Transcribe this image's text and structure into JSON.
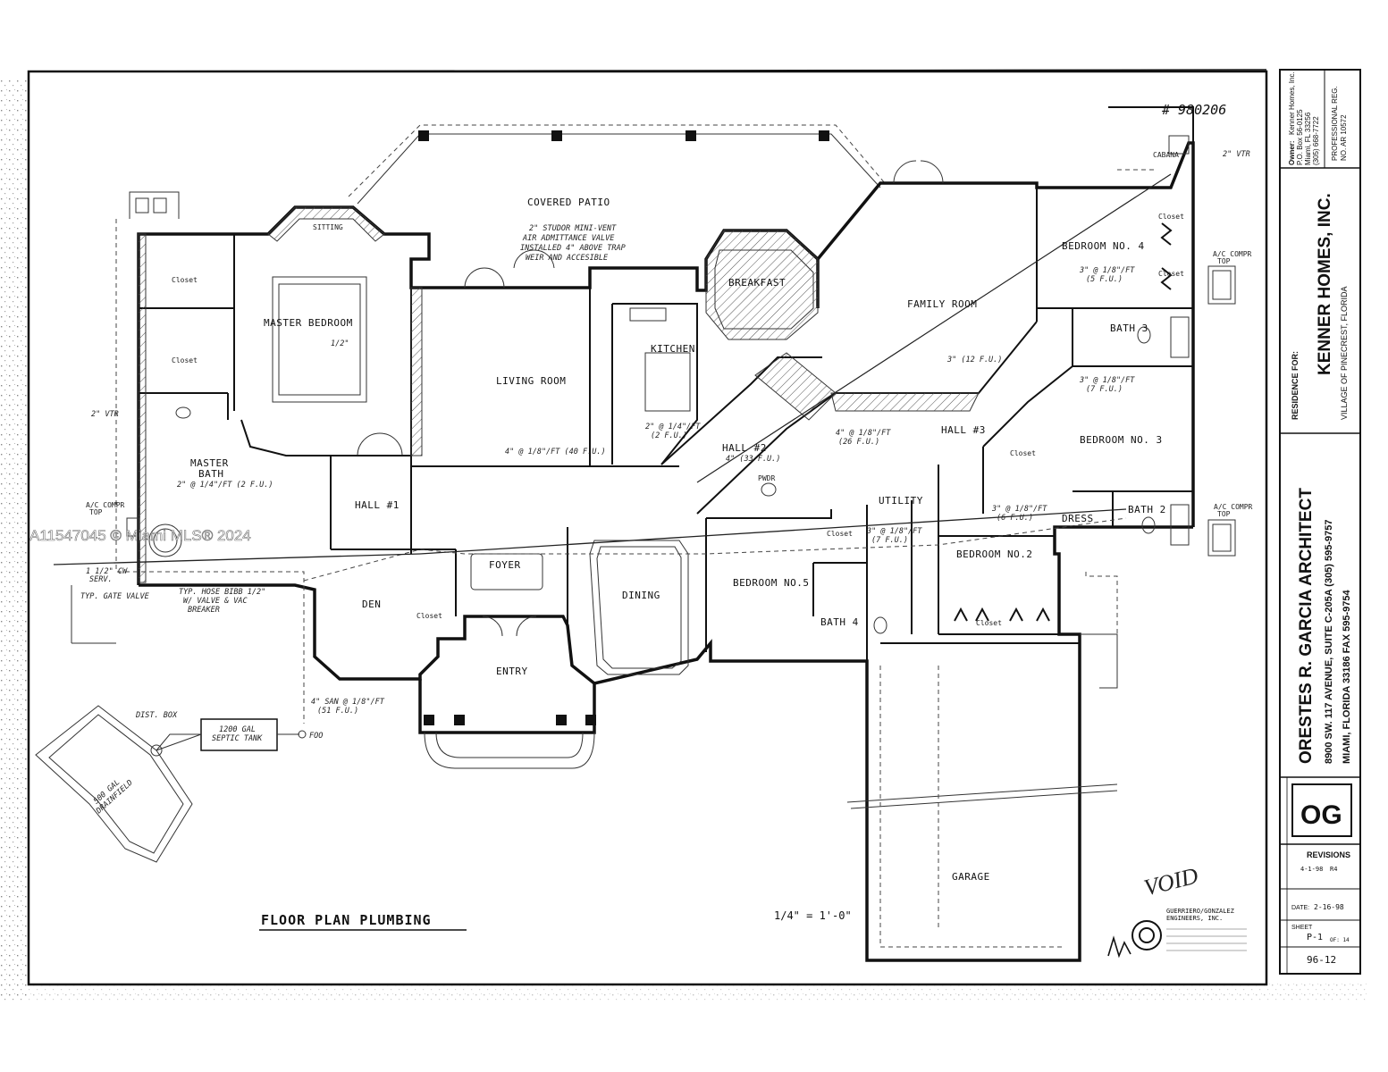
{
  "drawing_number": "# 980206",
  "watermark": "A11547045 © Miami MLS® 2024",
  "void_stamp": "VOID",
  "sheet_title": "FLOOR PLAN PLUMBING",
  "scale": "1/4\" = 1'-0\"",
  "rooms": {
    "covered_patio": "COVERED PATIO",
    "sitting": "SITTING",
    "closet_1": "Closet",
    "closet_2": "Closet",
    "master_bedroom": "MASTER BEDROOM",
    "master_bath": "MASTER\nBATH",
    "living_room": "LIVING ROOM",
    "kitchen": "KITCHEN",
    "breakfast": "BREAKFAST",
    "family_room": "FAMILY ROOM",
    "bedroom_4": "BEDROOM NO. 4",
    "bath_3": "BATH 3",
    "bedroom_3": "BEDROOM NO. 3",
    "cabana": "CABANA",
    "hall_1": "HALL #1",
    "hall_2": "HALL #2",
    "hall_3": "HALL #3",
    "powder": "PWDR",
    "utility": "UTILITY",
    "dress": "DRESS",
    "bath_2": "BATH 2",
    "bedroom_2": "BEDROOM NO.2",
    "bedroom_5": "BEDROOM NO.5",
    "bath_4": "BATH 4",
    "foyer": "FOYER",
    "dining": "DINING",
    "den": "DEN",
    "entry": "ENTRY",
    "garage": "GARAGE",
    "closet_den": "Closet",
    "closet_b5": "Closet",
    "closet_b2": "Closet",
    "closet_b4a": "Closet",
    "closet_b4b": "Closet",
    "closet_b3": "Closet"
  },
  "notes": {
    "vent_note": "2\" STUDOR MINI-VENT\nAIR ADMITTANCE VALVE\nINSTALLED 4\" ABOVE TRAP\nWEIR AND ACCESIBLE",
    "dist_box": "DIST. BOX",
    "septic": "1200 GAL\nSEPTIC TANK",
    "drainfield": "500 GAL\nDRAINFIELD",
    "san_line": "4\" SAN @ 1/8\"/FT\n(51 F.U.)",
    "master_bath_pipe": "2\" @ 1/4\"/FT (2 F.U.)",
    "living_pipe": "4\" @ 1/8\"/FT (40 F.U.)",
    "kitchen_pipe": "2\" @ 1/4\"/FT\n(2 F.U.)",
    "hall2_pipe": "4\" @ 1/8\"/FT\n(26 F.U.)",
    "hall_pipe2": "4\" (33 F.U.)",
    "bed4_pipe": "3\" @ 1/8\"/FT\n(5 F.U.)",
    "family_pipe": "3\" (12 F.U.)",
    "bed3_pipe": "3\" @ 1/8\"/FT\n(7 F.U.)",
    "utility_pipe": "3\" @ 1/8\"/FT\n(7 F.U.)",
    "bed2_pipe": "3\" @ 1/8\"/FT\n(6 F.U.)",
    "vtr_1": "2\" VTR",
    "vtr_2": "2\" VTR",
    "ac_comp_1": "A/C COMPR\nTOP",
    "ac_comp_2": "A/C COMPR\nTOP",
    "ac_comp_3": "A/C COMPR\nTOP",
    "hose_bibb": "TYP. HOSE BIBB 1/2\"\nW/ VALVE & VAC\nBREAKER",
    "gate_valve": "TYP. GATE VALVE",
    "water_entry": "1 1/2\" CW\nSERV.",
    "foo": "FOO",
    "half_inch": "1/2\""
  },
  "title_block": {
    "owner_label": "Owner:",
    "owner_lines": [
      "Kenner Homes, Inc.",
      "P.O. Box 56-0125",
      "Miami, FL 33256",
      "(305) 668-7722"
    ],
    "professional_reg": "PROFESSIONAL REG.\nNO. AR 10572",
    "residence_label": "RESIDENCE FOR:",
    "residence_name": "KENNER HOMES, INC.",
    "location": "VILLAGE OF PINECREST,    FLORIDA",
    "architect": "ORESTES R. GARCIA  ARCHITECT",
    "address_1": "8900 SW. 117 AVENUE,  SUITE C-205A  (305) 595-9757",
    "address_2": "MIAMI,  FLORIDA 33186          FAX  595-9754",
    "revisions_label": "REVISIONS",
    "revision_date": "4-1-98",
    "revision_initials": "R4",
    "date_label": "DATE:",
    "date_value": "2-16-98",
    "sheet_label": "SHEET",
    "sheet_value": "P-1",
    "of_value": "OF: 14",
    "job_number": "96-12",
    "engineer_name": "GUERRIERO/GONZALEZ\nENGINEERS, INC."
  },
  "colors": {
    "paper": "#ffffff",
    "ink": "#111111"
  }
}
